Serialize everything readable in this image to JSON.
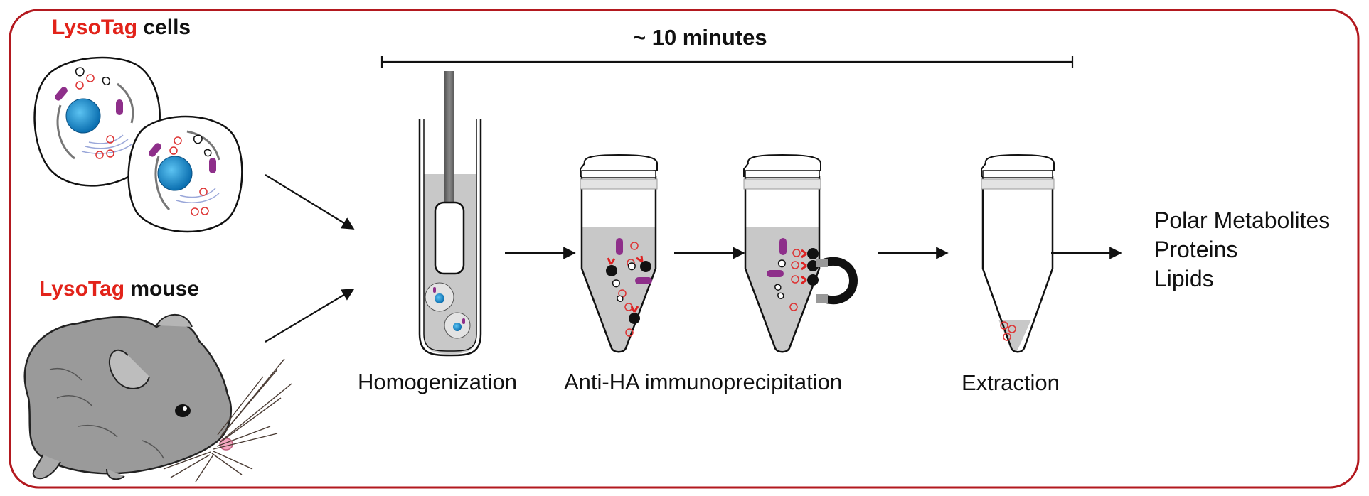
{
  "sources": {
    "cells": {
      "tag": "LysoTag",
      "rest": "cells"
    },
    "mouse": {
      "tag": "LysoTag",
      "rest": "mouse"
    }
  },
  "timing": {
    "label": "~ 10 minutes"
  },
  "steps": [
    {
      "label": "Homogenization"
    },
    {
      "label": "Anti-HA immunoprecipitation"
    },
    {
      "label": "Extraction"
    }
  ],
  "outputs": [
    "Polar Metabolites",
    "Proteins",
    "Lipids"
  ],
  "colors": {
    "frame": "#b3191f",
    "tag_red": "#e2231a",
    "nucleus_blue": "#1b8fd6",
    "organelle_purple": "#8e2f8a",
    "liquid_gray": "#c8c8c8",
    "mouse_gray": "#9a9a9a"
  }
}
